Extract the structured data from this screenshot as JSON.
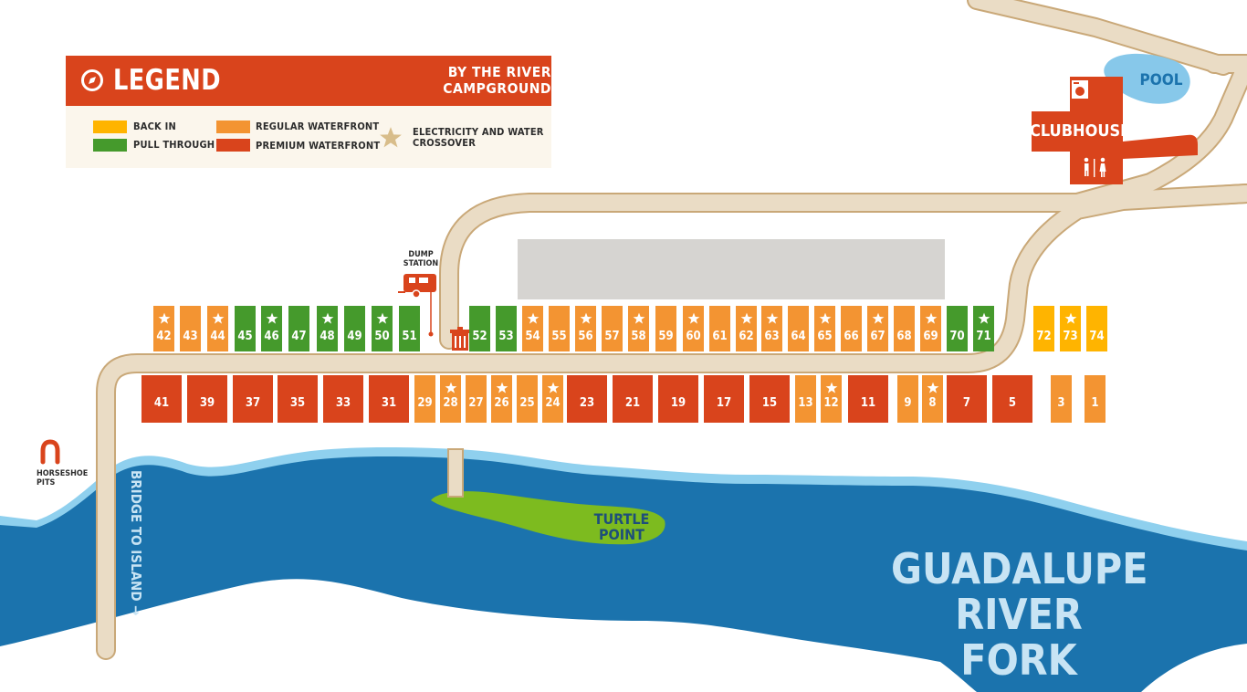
{
  "legend": {
    "title": "LEGEND",
    "subtitle_line1": "BY THE RIVER",
    "subtitle_line2": "CAMPGROUND",
    "items": [
      {
        "label": "BACK IN",
        "color": "#ffb400"
      },
      {
        "label": "PULL THROUGH",
        "color": "#459a2c"
      },
      {
        "label": "REGULAR WATERFRONT",
        "color": "#f39432"
      },
      {
        "label": "PREMIUM WATERFRONT",
        "color": "#d9441c"
      }
    ],
    "star_label_line1": "ELECTRICITY AND WATER",
    "star_label_line2": "CROSSOVER",
    "star_color": "#d8bd8a"
  },
  "colors": {
    "back_in": "#ffb400",
    "pull_through": "#459a2c",
    "regular_waterfront": "#f39432",
    "premium_waterfront": "#d9441c",
    "river": "#1b73ad",
    "river_edge": "#8fd0ee",
    "road": "#eadcc5",
    "road_edge": "#c9a878",
    "island": "#7dbb1f",
    "pool": "#87c8ea",
    "parking": "#d6d4d1"
  },
  "labels": {
    "clubhouse": "CLUBHOUSE",
    "pool": "POOL",
    "dump_station_line1": "DUMP",
    "dump_station_line2": "STATION",
    "horseshoe_line1": "HORSESHOE",
    "horseshoe_line2": "PITS",
    "bridge": "BRIDGE TO ISLAND",
    "turtle_line1": "TURTLE",
    "turtle_line2": "POINT",
    "river_line1": "GUADALUPE",
    "river_line2": "RIVER FORK"
  },
  "top_row_sites": [
    {
      "num": "42",
      "type": "regular_waterfront",
      "star": true
    },
    {
      "num": "43",
      "type": "regular_waterfront",
      "star": false
    },
    {
      "num": "44",
      "type": "regular_waterfront",
      "star": true
    },
    {
      "num": "45",
      "type": "pull_through",
      "star": false
    },
    {
      "num": "46",
      "type": "pull_through",
      "star": true
    },
    {
      "num": "47",
      "type": "pull_through",
      "star": false
    },
    {
      "num": "48",
      "type": "pull_through",
      "star": true
    },
    {
      "num": "49",
      "type": "pull_through",
      "star": false
    },
    {
      "num": "50",
      "type": "pull_through",
      "star": true
    },
    {
      "num": "51",
      "type": "pull_through",
      "star": false
    },
    {
      "num": "52",
      "type": "pull_through",
      "star": false
    },
    {
      "num": "53",
      "type": "pull_through",
      "star": false
    },
    {
      "num": "54",
      "type": "regular_waterfront",
      "star": true
    },
    {
      "num": "55",
      "type": "regular_waterfront",
      "star": false
    },
    {
      "num": "56",
      "type": "regular_waterfront",
      "star": true
    },
    {
      "num": "57",
      "type": "regular_waterfront",
      "star": false
    },
    {
      "num": "58",
      "type": "regular_waterfront",
      "star": true
    },
    {
      "num": "59",
      "type": "regular_waterfront",
      "star": false
    },
    {
      "num": "60",
      "type": "regular_waterfront",
      "star": true
    },
    {
      "num": "61",
      "type": "regular_waterfront",
      "star": false
    },
    {
      "num": "62",
      "type": "regular_waterfront",
      "star": true
    },
    {
      "num": "63",
      "type": "regular_waterfront",
      "star": true
    },
    {
      "num": "64",
      "type": "regular_waterfront",
      "star": false
    },
    {
      "num": "65",
      "type": "regular_waterfront",
      "star": true
    },
    {
      "num": "66",
      "type": "regular_waterfront",
      "star": false
    },
    {
      "num": "67",
      "type": "regular_waterfront",
      "star": true
    },
    {
      "num": "68",
      "type": "regular_waterfront",
      "star": false
    },
    {
      "num": "69",
      "type": "regular_waterfront",
      "star": true
    },
    {
      "num": "70",
      "type": "pull_through",
      "star": false
    },
    {
      "num": "71",
      "type": "pull_through",
      "star": true
    },
    {
      "num": "72",
      "type": "back_in",
      "star": false
    },
    {
      "num": "73",
      "type": "back_in",
      "star": true
    },
    {
      "num": "74",
      "type": "back_in",
      "star": false
    }
  ],
  "bottom_row_sites": [
    {
      "num": "41",
      "type": "premium_waterfront",
      "star": false
    },
    {
      "num": "39",
      "type": "premium_waterfront",
      "star": false
    },
    {
      "num": "37",
      "type": "premium_waterfront",
      "star": false
    },
    {
      "num": "35",
      "type": "premium_waterfront",
      "star": false
    },
    {
      "num": "33",
      "type": "premium_waterfront",
      "star": false
    },
    {
      "num": "31",
      "type": "premium_waterfront",
      "star": false
    },
    {
      "num": "29",
      "type": "regular_waterfront",
      "star": false
    },
    {
      "num": "28",
      "type": "regular_waterfront",
      "star": true
    },
    {
      "num": "27",
      "type": "regular_waterfront",
      "star": false
    },
    {
      "num": "26",
      "type": "regular_waterfront",
      "star": true
    },
    {
      "num": "25",
      "type": "regular_waterfront",
      "star": false
    },
    {
      "num": "24",
      "type": "regular_waterfront",
      "star": true
    },
    {
      "num": "23",
      "type": "premium_waterfront",
      "star": false
    },
    {
      "num": "21",
      "type": "premium_waterfront",
      "star": false
    },
    {
      "num": "19",
      "type": "premium_waterfront",
      "star": false
    },
    {
      "num": "17",
      "type": "premium_waterfront",
      "star": false
    },
    {
      "num": "15",
      "type": "premium_waterfront",
      "star": false
    },
    {
      "num": "13",
      "type": "regular_waterfront",
      "star": false
    },
    {
      "num": "12",
      "type": "regular_waterfront",
      "star": true
    },
    {
      "num": "11",
      "type": "premium_waterfront",
      "star": false
    },
    {
      "num": "9",
      "type": "regular_waterfront",
      "star": false
    },
    {
      "num": "8",
      "type": "regular_waterfront",
      "star": true
    },
    {
      "num": "7",
      "type": "premium_waterfront",
      "star": false
    },
    {
      "num": "5",
      "type": "premium_waterfront",
      "star": false
    },
    {
      "num": "3",
      "type": "regular_waterfront",
      "star": false
    },
    {
      "num": "1",
      "type": "regular_waterfront",
      "star": false
    }
  ]
}
